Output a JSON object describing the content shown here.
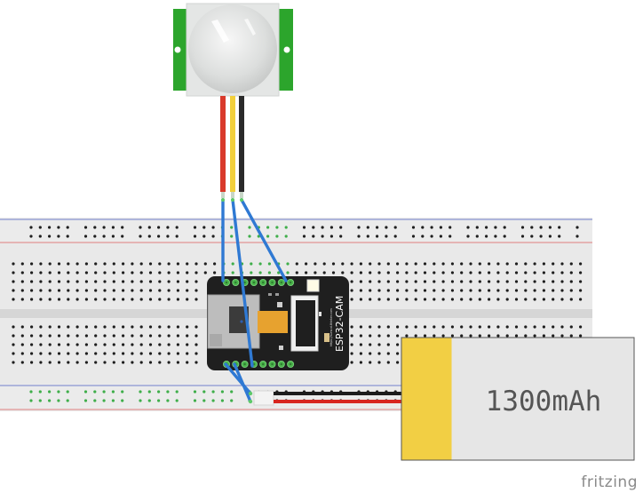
{
  "diagram": {
    "tool_watermark": "fritzing",
    "components": {
      "pir_sensor": {
        "name": "PIR motion sensor",
        "wire_colors": [
          "#d93a2b",
          "#f2cf3a",
          "#2a2a2a"
        ]
      },
      "breadboard": {
        "name": "Full breadboard",
        "rail_top_color": "#9aa3d6",
        "rail_bottom_color": "#e3a3a3"
      },
      "esp32_cam": {
        "name": "ESP32-CAM",
        "label": "ESP32-CAM",
        "url_text": "https://www.ai-thinker.com"
      },
      "battery": {
        "name": "LiPo battery",
        "label": "1300mAh",
        "tab_color": "#f2cf44",
        "body_color": "#e6e6e6"
      }
    },
    "wires": {
      "jumper_color": "#2f79d3",
      "power_leads": [
        "#1c1c1c",
        "#d8251f"
      ]
    }
  }
}
